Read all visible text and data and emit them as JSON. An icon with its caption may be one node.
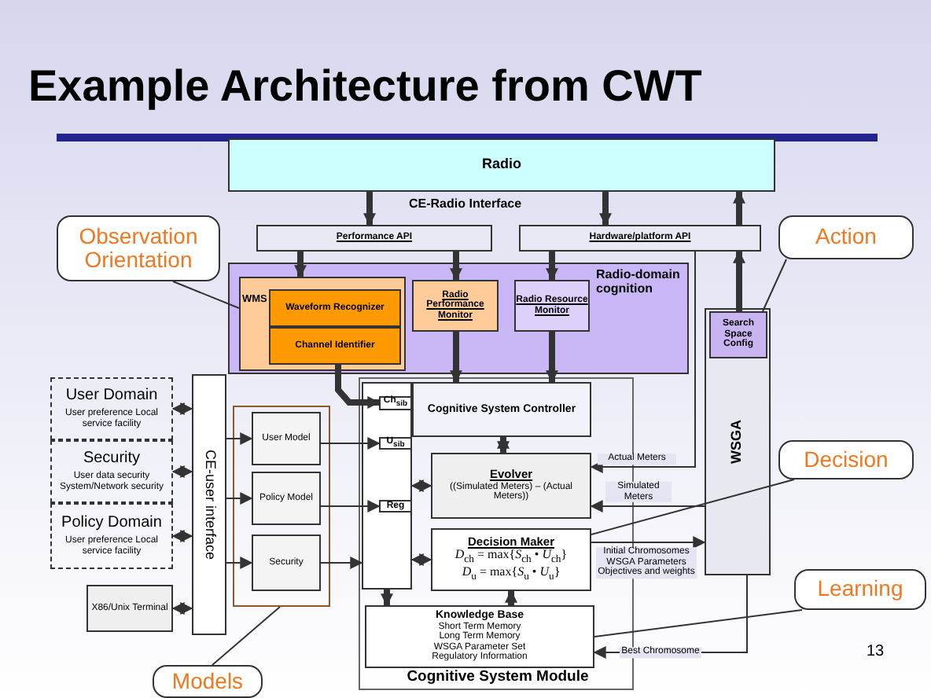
{
  "diagram": {
    "title": "Example Architecture from CWT",
    "nodes": [
      {
        "text": [
          "Radio"
        ]
      },
      {
        "text": [
          "Performance API"
        ]
      },
      {
        "text": [
          "Hardware/platform API"
        ]
      },
      {
        "text": [
          "Radio-domain cognition"
        ]
      },
      {
        "text": [
          "WMS"
        ],
        "in": 3
      },
      {
        "text": [
          "Waveform Recognizer"
        ],
        "in": 4
      },
      {
        "text": [
          "Channel Identifier"
        ],
        "in": 4
      },
      {
        "text": [
          "Radio Performance Monitor"
        ],
        "in": 3
      },
      {
        "text": [
          "Radio Resource Monitor"
        ],
        "in": 3
      },
      {
        "text": [
          "WSGA"
        ]
      },
      {
        "text": [
          "Search Space Config"
        ],
        "in": 9
      },
      {
        "text": [
          "Cognitive System Module"
        ]
      },
      {
        "text": [],
        "shape": "box",
        "in": 11
      },
      {
        "text": [
          "Ch$_{sib}$"
        ],
        "in": 12
      },
      {
        "text": [
          "U$_{sib}$"
        ],
        "in": 12
      },
      {
        "text": [
          "Reg"
        ],
        "in": 12
      },
      {
        "text": [
          "Cognitive System Controller"
        ],
        "in": 11
      },
      {
        "text": [
          "Evolver",
          "((Simulated Meters) – (Actual Meters))"
        ],
        "in": 11
      },
      {
        "text": [
          "Decision Maker",
          "*D*$_{ch}$ = max{*S*$_{ch}$ • *U*$_{ch}$}",
          "*D*$_{u}$ = max{*S*$_{u}$ • *U*$_{u}$}"
        ],
        "in": 11
      },
      {
        "text": [
          "Knowledge Base",
          "Short Term Memory",
          "Long Term Memory",
          "WSGA Parameter Set",
          "Regulatory Information"
        ],
        "in": 11
      },
      {
        "text": [],
        "shape": "box"
      },
      {
        "text": [
          "User Model"
        ],
        "in": 20
      },
      {
        "text": [
          "Policy Model"
        ],
        "in": 20
      },
      {
        "text": [
          "Security"
        ],
        "in": 20
      },
      {
        "text": [
          "CE-user interface"
        ]
      },
      {
        "text": [
          "User Domain",
          "User preference Local service facility"
        ]
      },
      {
        "text": [
          "Security",
          "User data security System/Network security"
        ]
      },
      {
        "text": [
          "Policy Domain",
          "User preference Local service facility"
        ]
      },
      {
        "text": [
          "X86/Unix Terminal"
        ]
      },
      {
        "text": [
          "Observation Orientation"
        ]
      },
      {
        "text": [
          "Action"
        ]
      },
      {
        "text": [
          "Decision"
        ]
      },
      {
        "text": [
          "Learning"
        ]
      },
      {
        "text": [
          "Models"
        ]
      }
    ],
    "edges": [
      {
        "from": 0,
        "to": 1,
        "arrow": "to",
        "style": "thick"
      },
      {
        "from": 0,
        "to": 2,
        "arrow": "to",
        "style": "thick"
      },
      {
        "from": 2,
        "to": 0,
        "arrow": "to",
        "style": "thick"
      },
      {
        "from": 10,
        "to": 2,
        "arrow": "to",
        "style": "thick"
      },
      {
        "from": 1,
        "to": 4,
        "arrow": "to",
        "style": "thick"
      },
      {
        "from": 1,
        "to": 7,
        "arrow": "to",
        "style": "thick"
      },
      {
        "from": 2,
        "to": 8,
        "arrow": "to",
        "style": "thick"
      },
      {
        "from": 6,
        "to": 13,
        "arrow": "to",
        "style": "thick"
      },
      {
        "from": 7,
        "to": 16,
        "arrow": "to",
        "style": "thick"
      },
      {
        "from": 8,
        "to": 16,
        "arrow": "to",
        "style": "thick"
      },
      {
        "from": 16,
        "to": 17,
        "arrow": "both",
        "style": "thick"
      },
      {
        "from": 12,
        "to": 17,
        "arrow": "both"
      },
      {
        "from": 12,
        "to": 18,
        "arrow": "both"
      },
      {
        "from": 12,
        "to": 19,
        "arrow": "to",
        "style": "thick"
      },
      {
        "from": 19,
        "to": 18,
        "arrow": "to",
        "style": "thick"
      },
      {
        "from": 2,
        "to": 17,
        "label": "Actual Meters",
        "arrow": "to"
      },
      {
        "from": 9,
        "to": 17,
        "label": "Simulated Meters",
        "arrow": "to"
      },
      {
        "from": 18,
        "to": 9,
        "label": "Initial Chromosomes WSGA Parameters Objectives and weights",
        "arrow": "to"
      },
      {
        "from": 9,
        "to": 19,
        "label": "Best Chromosome",
        "arrow": "to"
      },
      {
        "from": 24,
        "to": 21,
        "arrow": "to"
      },
      {
        "from": 24,
        "to": 22,
        "arrow": "to"
      },
      {
        "from": 24,
        "to": 23,
        "arrow": "to"
      },
      {
        "from": 21,
        "to": 14,
        "arrow": "to"
      },
      {
        "from": 22,
        "to": 15,
        "arrow": "to"
      },
      {
        "from": 23,
        "to": 12,
        "arrow": "to"
      },
      {
        "from": 25,
        "to": 24,
        "arrow": "both"
      },
      {
        "from": 26,
        "to": 24,
        "arrow": "both"
      },
      {
        "from": 27,
        "to": 24,
        "arrow": "both"
      },
      {
        "from": 28,
        "to": 24,
        "arrow": "both"
      },
      {
        "from": 29,
        "to": 4,
        "arrow": "none"
      },
      {
        "from": 30,
        "to": 10,
        "arrow": "none"
      },
      {
        "from": 31,
        "to": 18,
        "arrow": "none"
      },
      {
        "from": 32,
        "to": 19,
        "arrow": "none"
      },
      {
        "from": 33,
        "to": 20,
        "arrow": "none"
      }
    ],
    "labels": [
      "CE-Radio Interface",
      "13"
    ]
  }
}
